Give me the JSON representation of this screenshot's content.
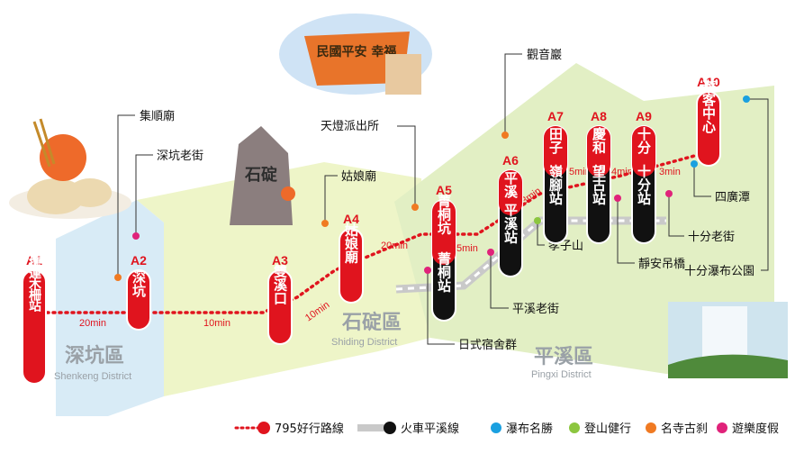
{
  "districts": [
    {
      "name": "深坑區",
      "english": "Shenkeng District"
    },
    {
      "name": "石碇區",
      "english": "Shiding District"
    },
    {
      "name": "平溪區",
      "english": "Pingxi District"
    }
  ],
  "stops": [
    {
      "code": "A1",
      "name": "捷運木柵站",
      "time_to_next": "20min"
    },
    {
      "code": "A2",
      "name": "深坑",
      "time_to_next": "10min"
    },
    {
      "code": "A3",
      "name": "雙溪口",
      "time_to_next": "10min"
    },
    {
      "code": "A4",
      "name": "姑娘廟",
      "time_to_next": "20min"
    },
    {
      "code": "A5",
      "name": "菁桐坑",
      "train_station": "菁桐站",
      "time_to_next": "5min"
    },
    {
      "code": "A6",
      "name": "平溪",
      "train_station": "平溪站",
      "time_to_next": "3min"
    },
    {
      "code": "A7",
      "name": "田子",
      "train_station": "嶺腳站",
      "time_to_next": "5min"
    },
    {
      "code": "A8",
      "name": "慶和",
      "train_station": "望古站",
      "time_to_next": "4min"
    },
    {
      "code": "A9",
      "name": "十分",
      "train_station": "十分站",
      "time_to_next": "3min"
    },
    {
      "code": "A10",
      "name": "遊客中心"
    }
  ],
  "attractions": [
    {
      "name": "集順廟",
      "category": "temple"
    },
    {
      "name": "深坑老街",
      "category": "leisure"
    },
    {
      "name": "姑娘廟",
      "category": "temple"
    },
    {
      "name": "天燈派出所",
      "category": "temple"
    },
    {
      "name": "觀音巖",
      "category": "temple"
    },
    {
      "name": "日式宿舍群",
      "category": "leisure"
    },
    {
      "name": "平溪老街",
      "category": "leisure"
    },
    {
      "name": "孝子山",
      "category": "hiking"
    },
    {
      "name": "靜安吊橋",
      "category": "leisure"
    },
    {
      "name": "十分老街",
      "category": "leisure"
    },
    {
      "name": "四廣潭",
      "category": "waterfall"
    },
    {
      "name": "十分瀑布公園",
      "category": "waterfall"
    }
  ],
  "legend": [
    {
      "key": "bus",
      "label": "795好行路線"
    },
    {
      "key": "train",
      "label": "火車平溪線"
    },
    {
      "key": "waterfall",
      "label": "瀑布名勝",
      "color": "#1aa0e0"
    },
    {
      "key": "hiking",
      "label": "登山健行",
      "color": "#8cc63f"
    },
    {
      "key": "temple",
      "label": "名寺古刹",
      "color": "#f07a22"
    },
    {
      "key": "leisure",
      "label": "遊樂度假",
      "color": "#e0227a"
    }
  ],
  "illustrations": {
    "sky_lantern_text": "民國平安 幸福",
    "rock_text": "石碇"
  },
  "colors": {
    "route_red": "#e0141e",
    "train_black": "#111111",
    "shenkeng_zone": "#d8ebf6",
    "shiding_zone": "#eef5c8",
    "pingxi_zone": "#e2efc4"
  }
}
